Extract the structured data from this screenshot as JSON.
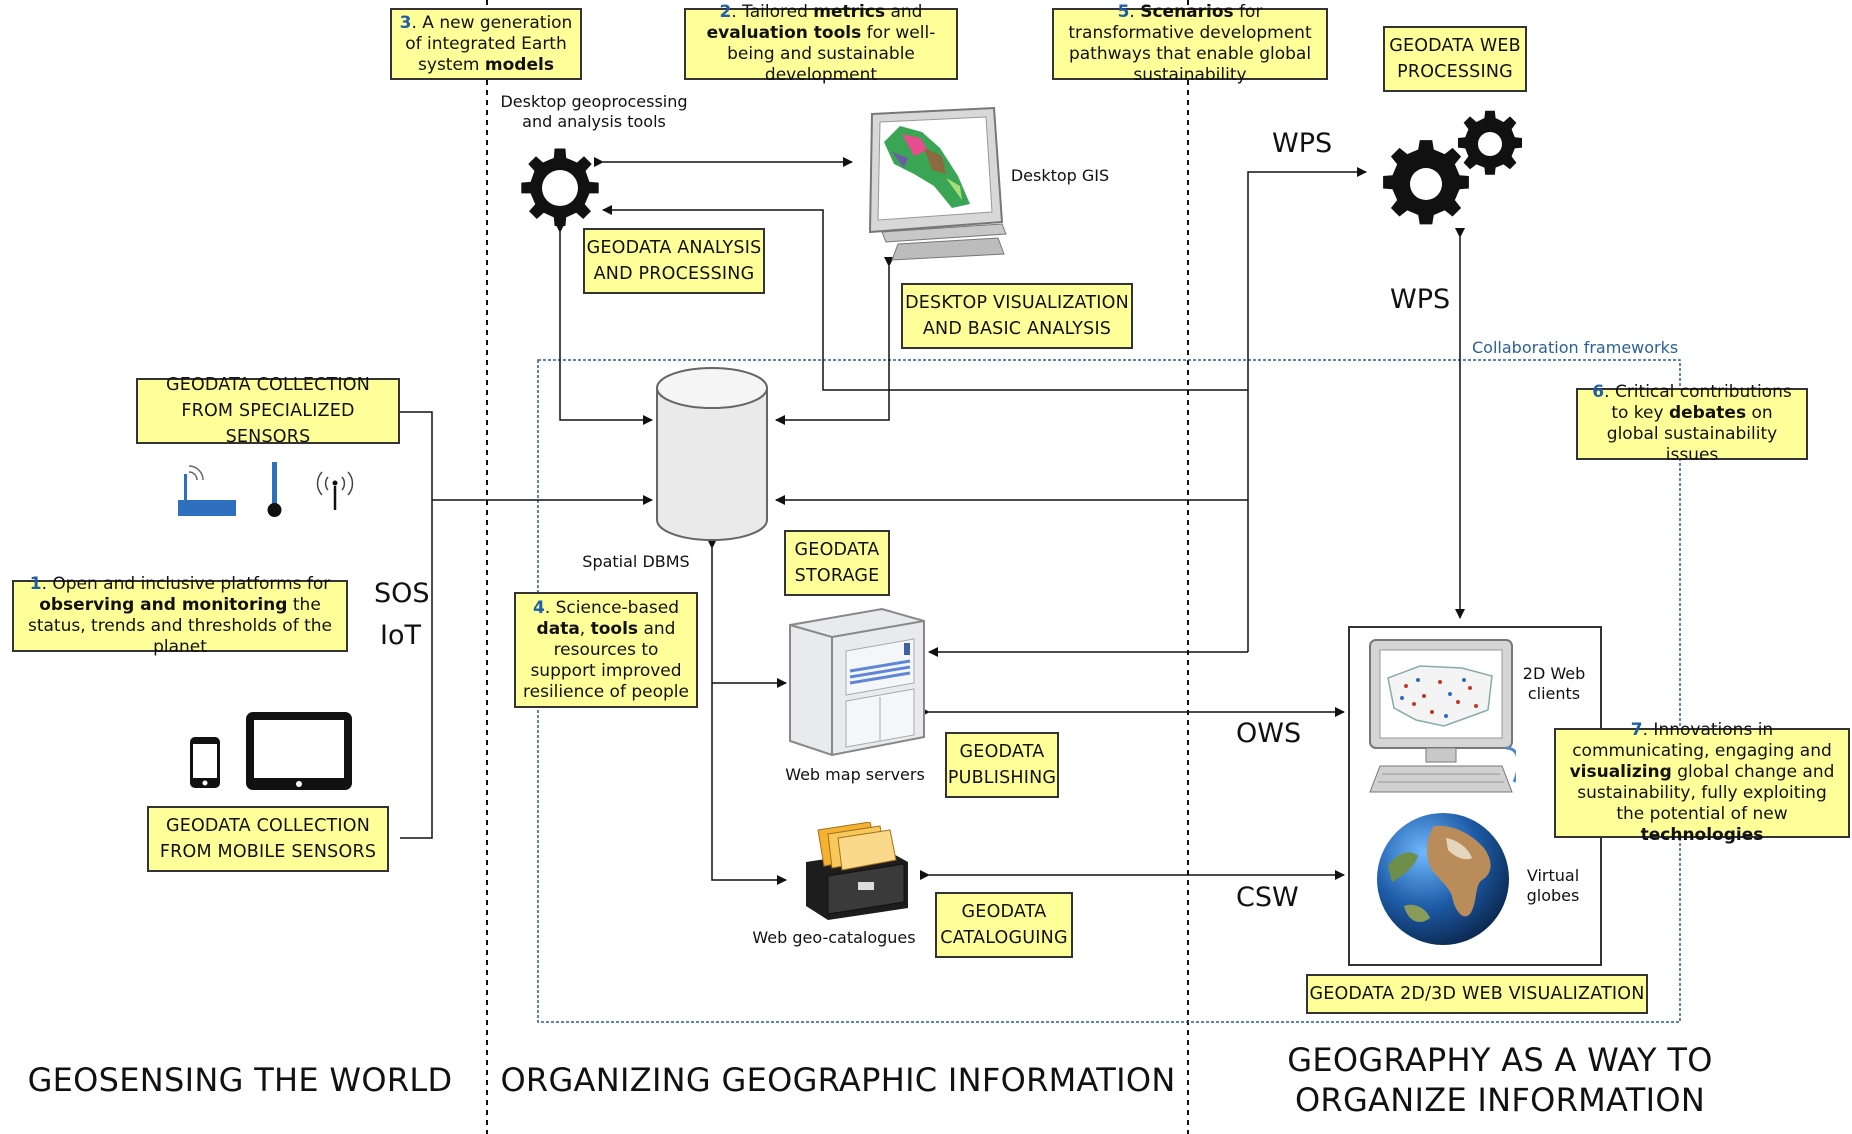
{
  "boxes": {
    "geodata_collection_specialized": "GEODATA COLLECTION FROM SPECIALIZED SENSORS",
    "geodata_collection_mobile": "GEODATA COLLECTION FROM MOBILE SENSORS",
    "geodata_analysis": "GEODATA ANALYSIS AND PROCESSING",
    "desktop_visualization": "DESKTOP VISUALIZATION AND BASIC ANALYSIS",
    "geodata_storage": "GEODATA STORAGE",
    "geodata_publishing": "GEODATA PUBLISHING",
    "geodata_cataloguing": "GEODATA CATALOGUING",
    "geodata_web_processing": "GEODATA WEB PROCESSING",
    "geodata_web_visualization": "GEODATA 2D/3D WEB VISUALIZATION"
  },
  "notes": {
    "n1": {
      "num": "1",
      "t1": ". Open and inclusive platforms for ",
      "b1": "observing and monitoring",
      "t2": " the status, trends and thresholds of the planet"
    },
    "n2": {
      "num": "2",
      "t1": ". Tailored ",
      "b1": "metrics",
      "t2": " and ",
      "b2": "evaluation tools",
      "t3": " for well-being and sustainable development"
    },
    "n3": {
      "num": "3",
      "t1": ". A new generation of integrated Earth system ",
      "b1": "models"
    },
    "n4": {
      "num": "4",
      "t1": ". Science-based ",
      "b1": "data",
      "t2": ", ",
      "b2": "tools",
      "t3": " and resources to support improved resilience of people"
    },
    "n5": {
      "num": "5",
      "t1": ". ",
      "b1": "Scenarios",
      "t2": " for transformative development pathways that enable global sustainability"
    },
    "n6": {
      "num": "6",
      "t1": ". Critical contributions to key ",
      "b1": "debates",
      "t2": " on global sustainability issues"
    },
    "n7": {
      "num": "7",
      "t1": ". Innovations in communicating, engaging and ",
      "b1": "visualizing",
      "t2": " global change and sustainability, fully exploiting the potential of new ",
      "b2": "technologies"
    }
  },
  "labels": {
    "desktop_tools": "Desktop geoprocessing and analysis tools",
    "desktop_gis": "Desktop GIS",
    "spatial_dbms": "Spatial DBMS",
    "web_map_servers": "Web map servers",
    "web_geo_catalogues": "Web geo-catalogues",
    "web_clients_2d": "2D Web clients",
    "virtual_globes": "Virtual globes",
    "collaboration_frameworks": "Collaboration frameworks"
  },
  "protocols": {
    "sos": "SOS",
    "iot": "IoT",
    "wps_top": "WPS",
    "wps_mid": "WPS",
    "ows": "OWS",
    "csw": "CSW"
  },
  "sections": {
    "geosensing": "GEOSENSING THE WORLD",
    "organizing": "ORGANIZING GEOGRAPHIC INFORMATION",
    "geography_line1": "GEOGRAPHY AS A WAY TO",
    "geography_line2": "ORGANIZE INFORMATION"
  },
  "colors": {
    "box_fill": "#ffff99",
    "note_number": "#1f5fa8",
    "collaboration_frame": "#2a5f98",
    "router": "#2f6fc0"
  }
}
